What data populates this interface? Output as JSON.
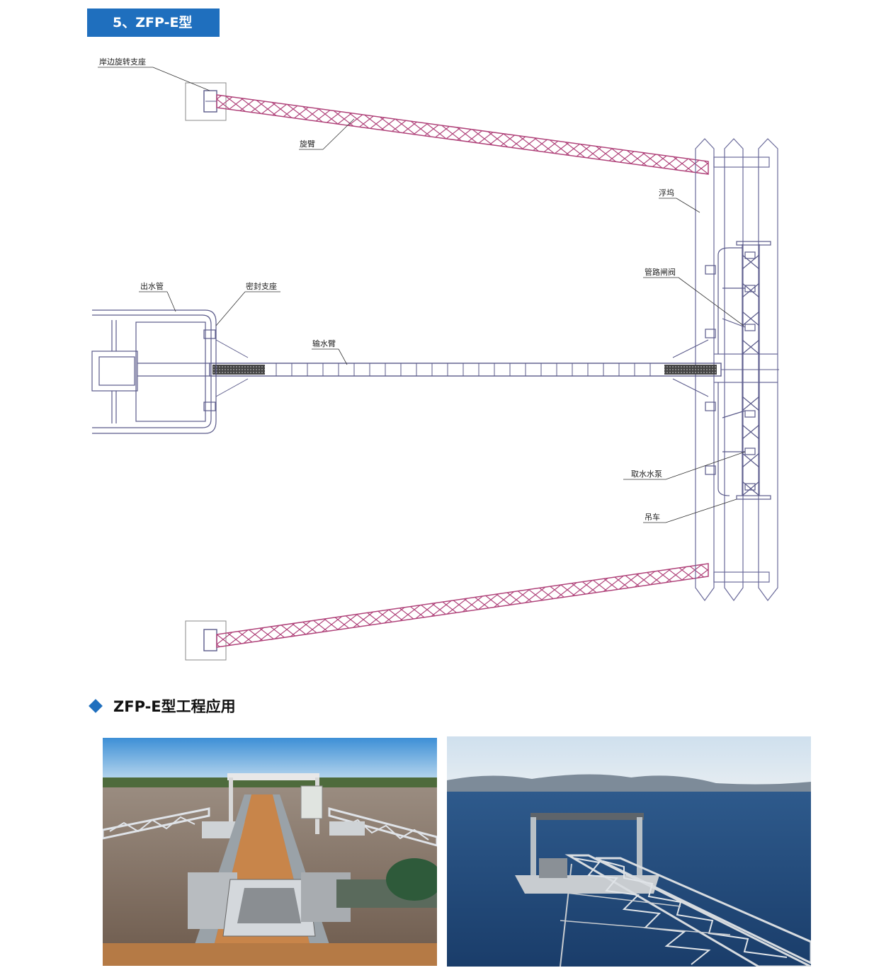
{
  "header": {
    "title": "5、ZFP-E型"
  },
  "diagram": {
    "labels": {
      "shore_support": "岸边旋转支座",
      "swing_arm": "旋臂",
      "pontoon": "浮坞",
      "outlet_pipe": "出水管",
      "seal_support": "密封支座",
      "pipeline_valve": "管路闸阀",
      "delivery_arm": "输水臂",
      "intake_pump": "取水水泵",
      "crane": "吊车"
    },
    "colors": {
      "truss": "#b0437a",
      "line": "#5a5a8a",
      "accent": "#1f6fbe"
    }
  },
  "application": {
    "title": "ZFP-E型工程应用",
    "photos": [
      {
        "icon": "pontoon-station-photo"
      },
      {
        "icon": "lake-pontoon-photo"
      }
    ]
  }
}
